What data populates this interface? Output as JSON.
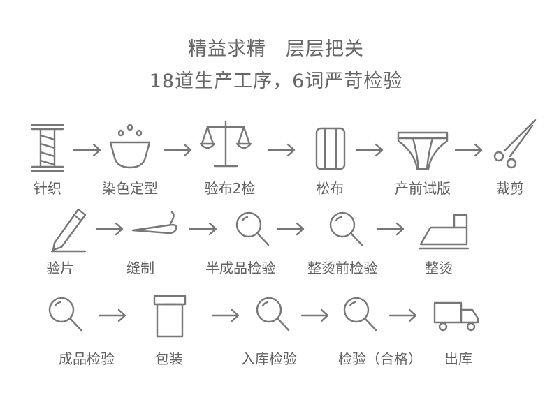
{
  "heading": {
    "line1": "精益求精　层层把关",
    "line2": "18道生产工序，6词严苛检验"
  },
  "steps": {
    "row1": [
      "针织",
      "染色定型",
      "验布2检",
      "松布",
      "产前试版",
      "裁剪"
    ],
    "row2": [
      "验片",
      "缝制",
      "半成品检验",
      "整烫前检验",
      "整烫"
    ],
    "row3": [
      "成品检验",
      "包装",
      "入库检验",
      "检验（合格）",
      "出库"
    ]
  },
  "icons": {
    "row1": [
      "spool-icon",
      "dye-bowl-icon",
      "scale-icon",
      "fabric-roll-icon",
      "briefs-icon",
      "scissors-icon"
    ],
    "row2": [
      "pencil-icon",
      "needle-icon",
      "magnifier-icon",
      "magnifier-icon",
      "iron-icon"
    ],
    "row3": [
      "magnifier-icon",
      "package-icon",
      "magnifier-icon",
      "magnifier-icon",
      "truck-icon"
    ]
  },
  "colors": {
    "icon_stroke": "#777777",
    "text": "#606060"
  }
}
